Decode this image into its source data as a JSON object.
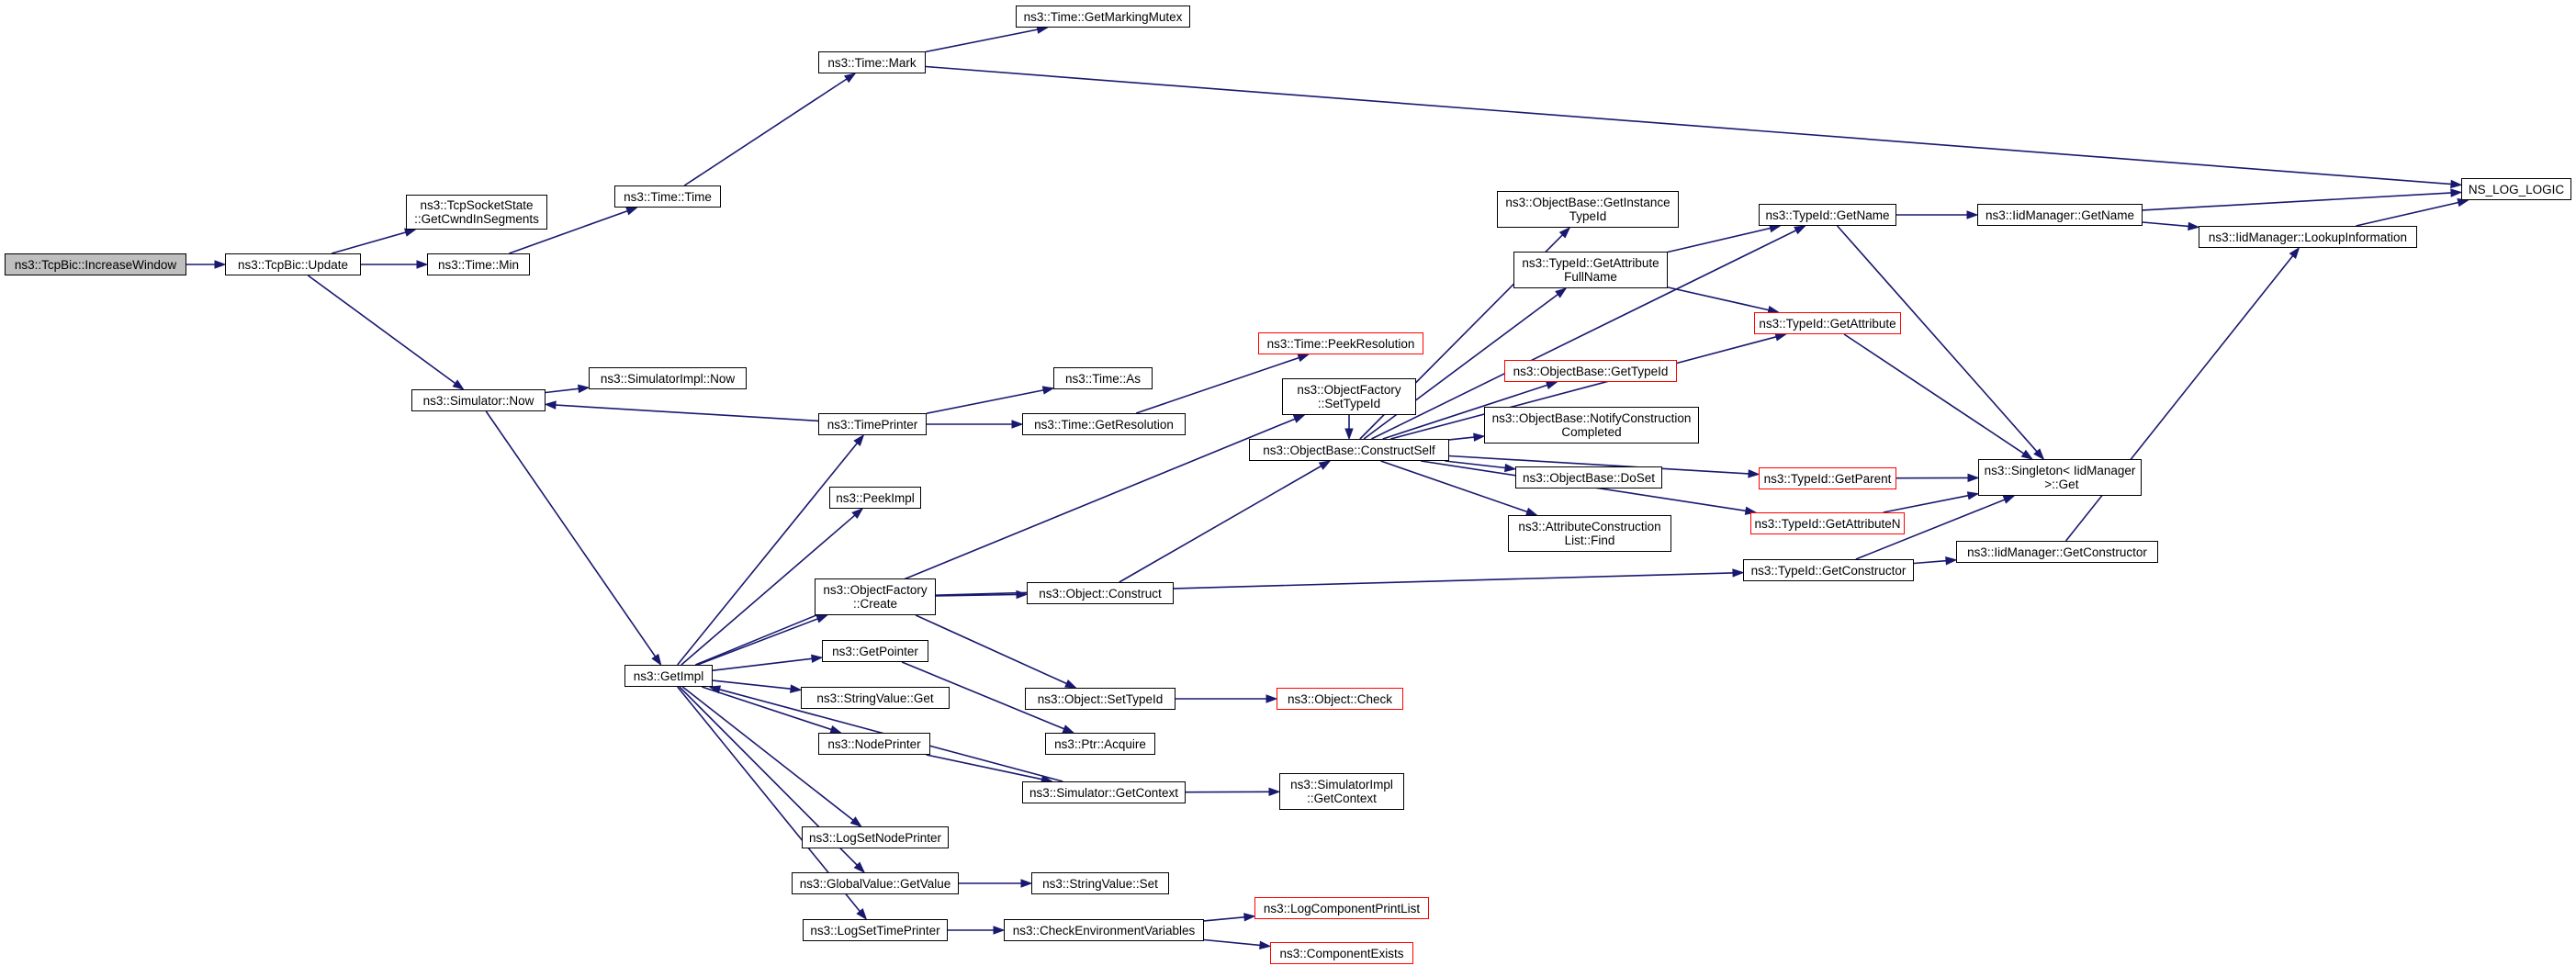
{
  "diagram": {
    "type": "call-graph",
    "edge_color": "#191970",
    "node_border_default": "#000000",
    "node_border_truncated": "#ff0000",
    "root_fill": "#bfbfbf",
    "nodes": {
      "n1": {
        "label": "ns3::TcpBic::IncreaseWindow",
        "root": true
      },
      "n2": {
        "label": "ns3::TcpBic::Update"
      },
      "n3": {
        "label": "ns3::TcpSocketState\n::GetCwndInSegments"
      },
      "n4": {
        "label": "ns3::Time::Min"
      },
      "n5": {
        "label": "ns3::Simulator::Now"
      },
      "n6": {
        "label": "ns3::Time::Time"
      },
      "n7": {
        "label": "ns3::Time::Mark"
      },
      "n8": {
        "label": "ns3::Time::GetMarkingMutex"
      },
      "n9": {
        "label": "NS_LOG_LOGIC"
      },
      "n10": {
        "label": "ns3::SimulatorImpl::Now"
      },
      "n11": {
        "label": "ns3::GetImpl"
      },
      "n12": {
        "label": "ns3::TimePrinter"
      },
      "n13": {
        "label": "ns3::Time::As"
      },
      "n14": {
        "label": "ns3::Time::GetResolution"
      },
      "n15": {
        "label": "ns3::Time::PeekResolution",
        "truncated": true
      },
      "n16": {
        "label": "ns3::PeekImpl"
      },
      "n17": {
        "label": "ns3::ObjectFactory\n::SetTypeId"
      },
      "n18": {
        "label": "ns3::ObjectFactory\n::Create"
      },
      "n19": {
        "label": "ns3::Object::Construct"
      },
      "n20": {
        "label": "ns3::ObjectBase::ConstructSelf"
      },
      "n21": {
        "label": "ns3::ObjectBase::GetInstance\nTypeId"
      },
      "n22": {
        "label": "ns3::TypeId::GetAttribute\nFullName"
      },
      "n23": {
        "label": "ns3::ObjectBase::GetTypeId",
        "truncated": true
      },
      "n24": {
        "label": "ns3::ObjectBase::NotifyConstruction\nCompleted"
      },
      "n25": {
        "label": "ns3::ObjectBase::DoSet"
      },
      "n26": {
        "label": "ns3::AttributeConstruction\nList::Find"
      },
      "n27": {
        "label": "ns3::TypeId::GetName"
      },
      "n28": {
        "label": "ns3::TypeId::GetAttribute",
        "truncated": true
      },
      "n29": {
        "label": "ns3::TypeId::GetParent",
        "truncated": true
      },
      "n30": {
        "label": "ns3::TypeId::GetAttributeN",
        "truncated": true
      },
      "n31": {
        "label": "ns3::TypeId::GetConstructor"
      },
      "n32": {
        "label": "ns3::IidManager::GetName"
      },
      "n33": {
        "label": "ns3::IidManager::LookupInformation"
      },
      "n34": {
        "label": "ns3::Singleton< IidManager\n >::Get"
      },
      "n35": {
        "label": "ns3::IidManager::GetConstructor"
      },
      "n36": {
        "label": "ns3::GetPointer"
      },
      "n37": {
        "label": "ns3::StringValue::Get"
      },
      "n38": {
        "label": "ns3::NodePrinter"
      },
      "n39": {
        "label": "ns3::LogSetNodePrinter"
      },
      "n40": {
        "label": "ns3::GlobalValue::GetValue"
      },
      "n41": {
        "label": "ns3::LogSetTimePrinter"
      },
      "n42": {
        "label": "ns3::Object::SetTypeId"
      },
      "n43": {
        "label": "ns3::Object::Check",
        "truncated": true
      },
      "n44": {
        "label": "ns3::Ptr::Acquire"
      },
      "n45": {
        "label": "ns3::Simulator::GetContext"
      },
      "n46": {
        "label": "ns3::SimulatorImpl\n::GetContext"
      },
      "n47": {
        "label": "ns3::StringValue::Set"
      },
      "n48": {
        "label": "ns3::CheckEnvironmentVariables"
      },
      "n49": {
        "label": "ns3::LogComponentPrintList",
        "truncated": true
      },
      "n50": {
        "label": "ns3::ComponentExists",
        "truncated": true
      }
    },
    "edges": [
      [
        "n1",
        "n2"
      ],
      [
        "n2",
        "n3"
      ],
      [
        "n2",
        "n4"
      ],
      [
        "n2",
        "n5"
      ],
      [
        "n4",
        "n6"
      ],
      [
        "n6",
        "n7"
      ],
      [
        "n7",
        "n8"
      ],
      [
        "n7",
        "n9"
      ],
      [
        "n5",
        "n10"
      ],
      [
        "n5",
        "n11"
      ],
      [
        "n12",
        "n5"
      ],
      [
        "n11",
        "n12"
      ],
      [
        "n11",
        "n16"
      ],
      [
        "n11",
        "n17"
      ],
      [
        "n11",
        "n18"
      ],
      [
        "n11",
        "n36"
      ],
      [
        "n11",
        "n37"
      ],
      [
        "n11",
        "n38"
      ],
      [
        "n11",
        "n39"
      ],
      [
        "n11",
        "n40"
      ],
      [
        "n11",
        "n41"
      ],
      [
        "n45",
        "n11"
      ],
      [
        "n12",
        "n13"
      ],
      [
        "n12",
        "n14"
      ],
      [
        "n14",
        "n15"
      ],
      [
        "n17",
        "n20"
      ],
      [
        "n18",
        "n19"
      ],
      [
        "n18",
        "n42"
      ],
      [
        "n18",
        "n31"
      ],
      [
        "n19",
        "n20"
      ],
      [
        "n20",
        "n21"
      ],
      [
        "n20",
        "n22"
      ],
      [
        "n20",
        "n23"
      ],
      [
        "n20",
        "n24"
      ],
      [
        "n20",
        "n25"
      ],
      [
        "n20",
        "n26"
      ],
      [
        "n20",
        "n27"
      ],
      [
        "n20",
        "n28"
      ],
      [
        "n20",
        "n29"
      ],
      [
        "n20",
        "n30"
      ],
      [
        "n22",
        "n27"
      ],
      [
        "n22",
        "n28"
      ],
      [
        "n27",
        "n32"
      ],
      [
        "n27",
        "n34"
      ],
      [
        "n28",
        "n34"
      ],
      [
        "n29",
        "n34"
      ],
      [
        "n30",
        "n34"
      ],
      [
        "n31",
        "n34"
      ],
      [
        "n31",
        "n35"
      ],
      [
        "n32",
        "n9"
      ],
      [
        "n32",
        "n33"
      ],
      [
        "n33",
        "n9"
      ],
      [
        "n35",
        "n33"
      ],
      [
        "n36",
        "n44"
      ],
      [
        "n38",
        "n45"
      ],
      [
        "n45",
        "n46"
      ],
      [
        "n40",
        "n47"
      ],
      [
        "n41",
        "n48"
      ],
      [
        "n48",
        "n49"
      ],
      [
        "n48",
        "n50"
      ],
      [
        "n42",
        "n43"
      ]
    ]
  }
}
